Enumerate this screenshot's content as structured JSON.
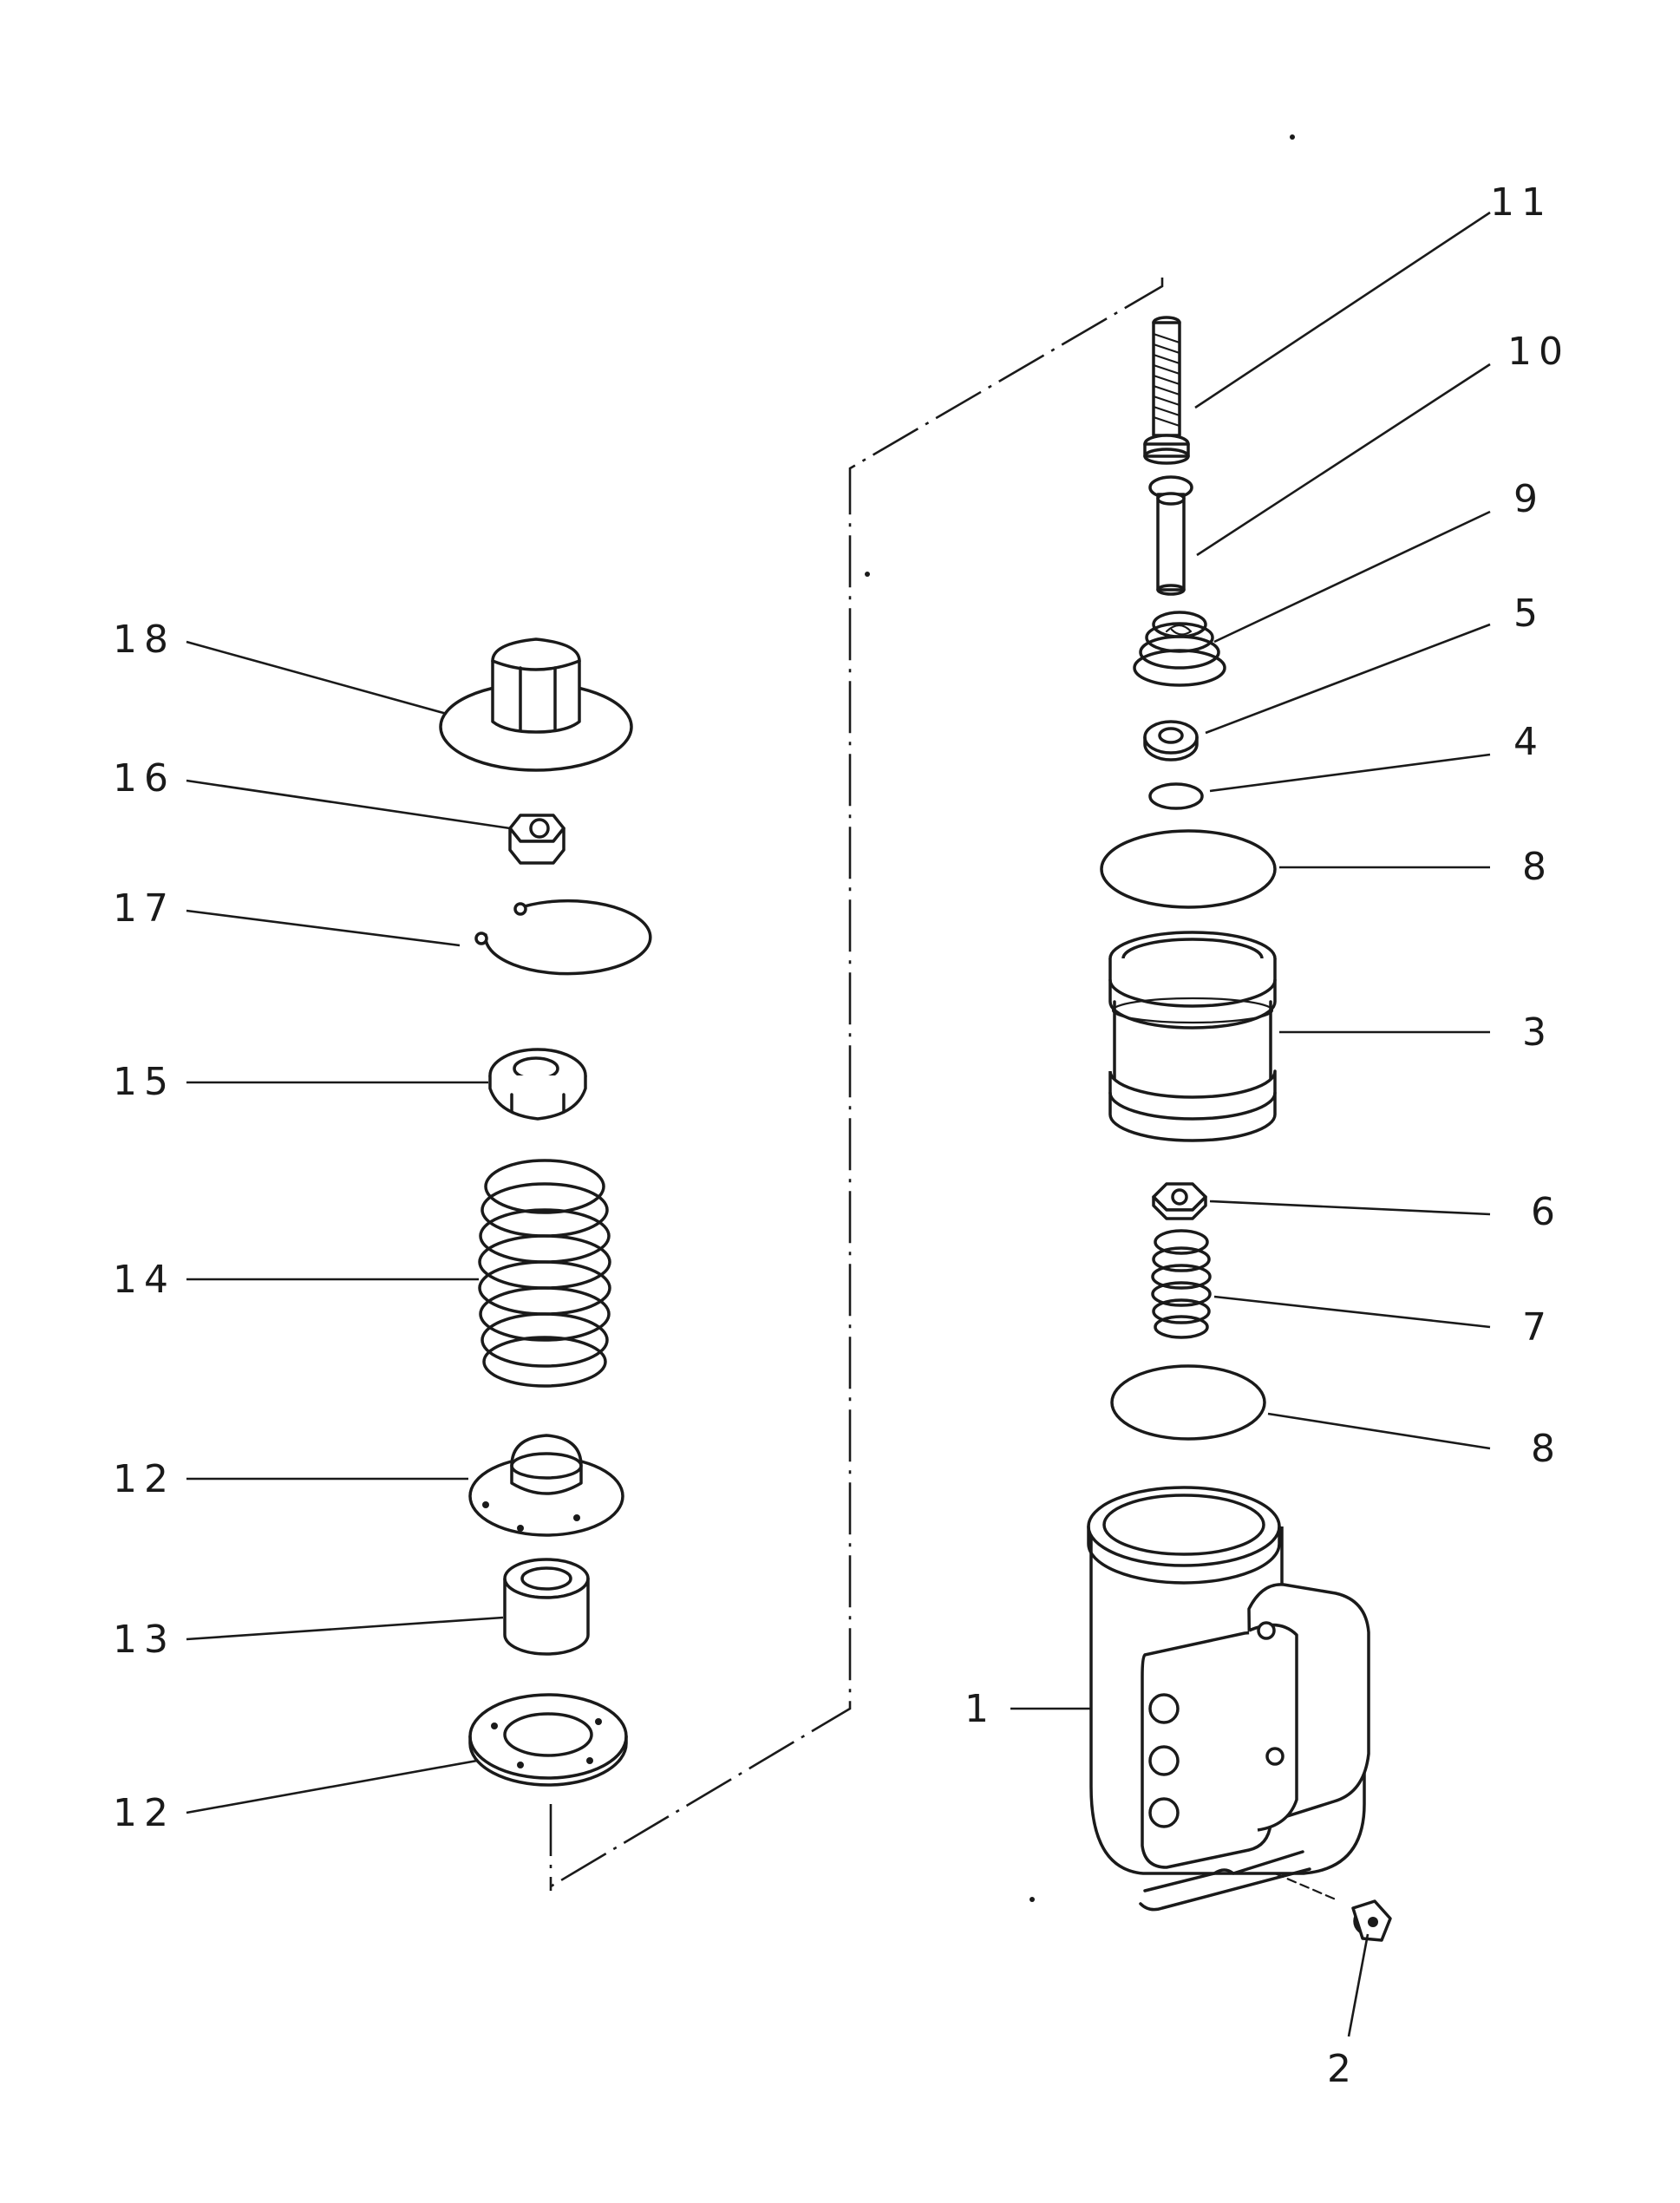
{
  "diagram": {
    "type": "exploded-parts-view",
    "labels": {
      "p1": "1",
      "p2": "2",
      "p3": "3",
      "p4": "4",
      "p5": "5",
      "p6": "6",
      "p7": "7",
      "p8_upper": "8",
      "p8_lower": "8",
      "p9": "9",
      "p10": "10",
      "p11": "11",
      "p12_upper": "12",
      "p12_lower": "12",
      "p13": "13",
      "p14": "14",
      "p15": "15",
      "p16": "16",
      "p17": "17",
      "p18": "18"
    }
  }
}
